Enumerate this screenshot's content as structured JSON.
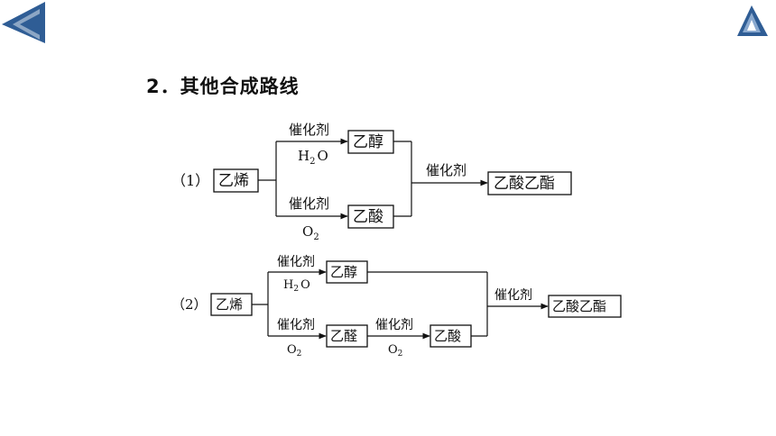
{
  "nav": {
    "back_icon": "back-triangle-icon",
    "logo_icon": "triangle-logo-icon",
    "color": "#2f5d95"
  },
  "section": {
    "number": "2．",
    "title": "其他合成路线"
  },
  "route1": {
    "label": "（1）",
    "start": "乙烯",
    "upper_catalyst": "催化剂",
    "upper_reagent_main": "H",
    "upper_reagent_sub": "2",
    "upper_reagent_tail": "O",
    "upper_product": "乙醇",
    "lower_catalyst": "催化剂",
    "lower_reagent_main": "O",
    "lower_reagent_sub": "2",
    "lower_product": "乙酸",
    "merge_catalyst": "催化剂",
    "final_product": "乙酸乙酯"
  },
  "route2": {
    "label": "（2）",
    "start": "乙烯",
    "upper_catalyst": "催化剂",
    "upper_reagent_main": "H",
    "upper_reagent_sub": "2",
    "upper_reagent_tail": "O",
    "upper_product": "乙醇",
    "lower_catalyst_1": "催化剂",
    "lower_reagent_1_main": "O",
    "lower_reagent_1_sub": "2",
    "lower_intermediate": "乙醛",
    "lower_catalyst_2": "催化剂",
    "lower_reagent_2_main": "O",
    "lower_reagent_2_sub": "2",
    "lower_product": "乙酸",
    "merge_catalyst": "催化剂",
    "final_product": "乙酸乙酯"
  }
}
